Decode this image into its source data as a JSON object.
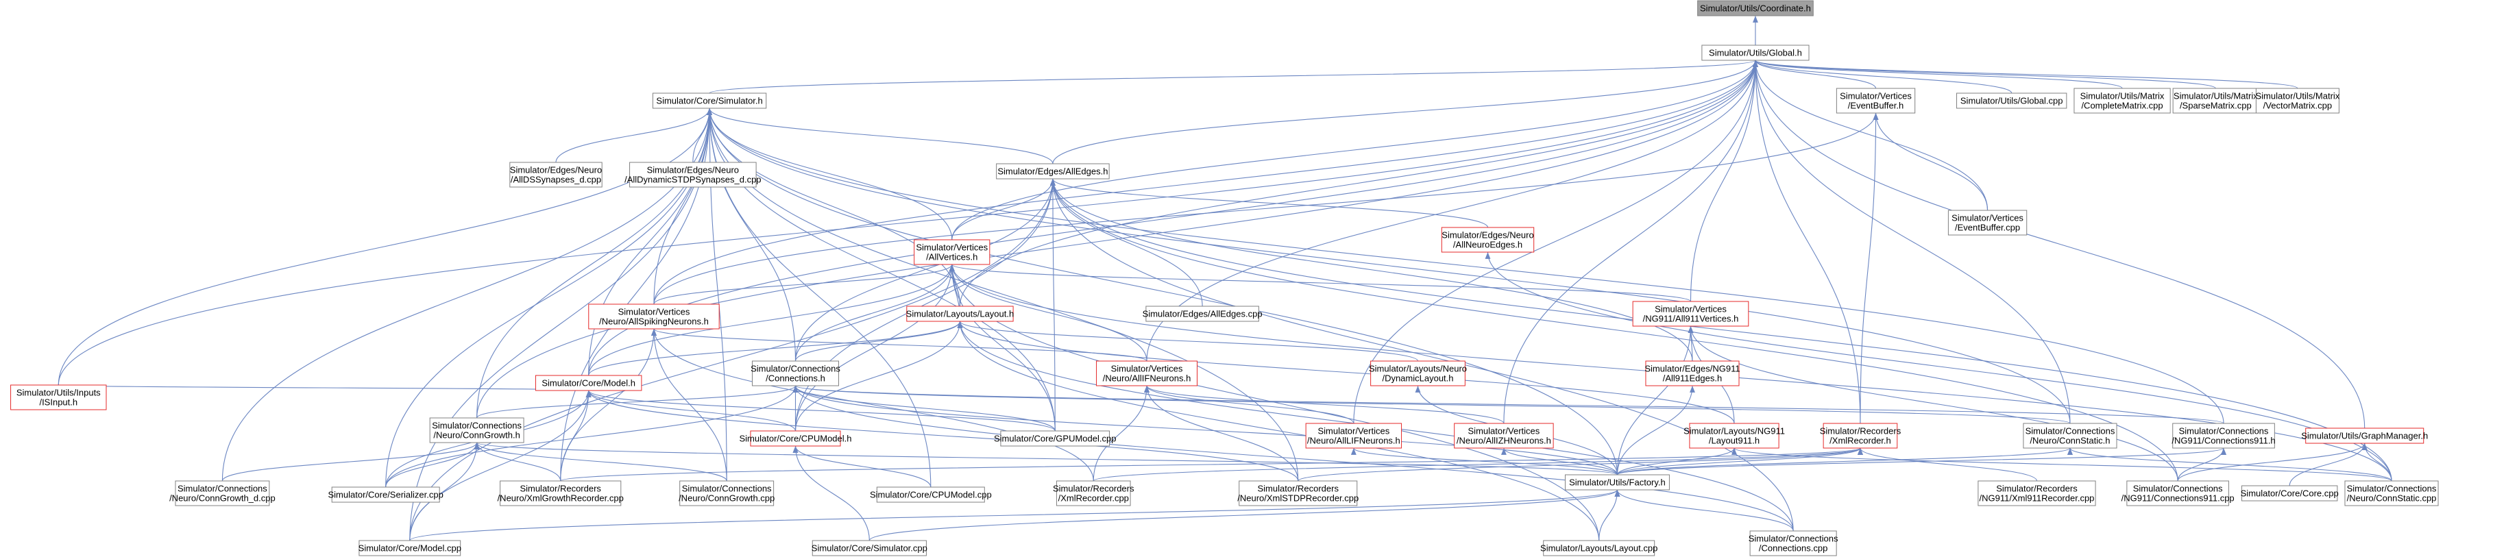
{
  "colors": {
    "edge": "#6b86c2",
    "node_border": "#808080",
    "node_border_red": "#e52929",
    "node_fill": "#ffffff",
    "root_fill": "#a0a0a0"
  },
  "nodes": [
    {
      "id": "coord",
      "lines": [
        "Simulator/Utils/Coordinate.h"
      ]
    },
    {
      "id": "global_h",
      "lines": [
        "Simulator/Utils/Global.h"
      ]
    },
    {
      "id": "simulator_h",
      "lines": [
        "Simulator/Core/Simulator.h"
      ]
    },
    {
      "id": "eventbuffer_h",
      "lines": [
        "Simulator/Vertices",
        "/EventBuffer.h"
      ]
    },
    {
      "id": "global_cpp",
      "lines": [
        "Simulator/Utils/Global.cpp"
      ]
    },
    {
      "id": "completematrix",
      "lines": [
        "Simulator/Utils/Matrix",
        "/CompleteMatrix.cpp"
      ]
    },
    {
      "id": "sparsematrix",
      "lines": [
        "Simulator/Utils/Matrix",
        "/SparseMatrix.cpp"
      ]
    },
    {
      "id": "vectormatrix",
      "lines": [
        "Simulator/Utils/Matrix",
        "/VectorMatrix.cpp"
      ]
    },
    {
      "id": "alldss",
      "lines": [
        "Simulator/Edges/Neuro",
        "/AllDSSynapses_d.cpp"
      ]
    },
    {
      "id": "alldynstdp",
      "lines": [
        "Simulator/Edges/Neuro",
        "/AllDynamicSTDPSynapses_d.cpp"
      ]
    },
    {
      "id": "alledges_h",
      "lines": [
        "Simulator/Edges/AllEdges.h"
      ]
    },
    {
      "id": "eventbuffer_cpp",
      "lines": [
        "Simulator/Vertices",
        "/EventBuffer.cpp"
      ]
    },
    {
      "id": "allvertices_h",
      "lines": [
        "Simulator/Vertices",
        "/AllVertices.h"
      ]
    },
    {
      "id": "allneuroedges",
      "lines": [
        "Simulator/Edges/Neuro",
        "/AllNeuroEdges.h"
      ]
    },
    {
      "id": "allspiking",
      "lines": [
        "Simulator/Vertices",
        "/Neuro/AllSpikingNeurons.h"
      ]
    },
    {
      "id": "layout_h",
      "lines": [
        "Simulator/Layouts/Layout.h"
      ]
    },
    {
      "id": "alledges_cpp",
      "lines": [
        "Simulator/Edges/AllEdges.cpp"
      ]
    },
    {
      "id": "all911vertices",
      "lines": [
        "Simulator/Vertices",
        "/NG911/All911Vertices.h"
      ]
    },
    {
      "id": "model_h",
      "lines": [
        "Simulator/Core/Model.h"
      ]
    },
    {
      "id": "connections_h",
      "lines": [
        "Simulator/Connections",
        "/Connections.h"
      ]
    },
    {
      "id": "allifneurons",
      "lines": [
        "Simulator/Vertices",
        "/Neuro/AllIFNeurons.h"
      ]
    },
    {
      "id": "dynamiclayout",
      "lines": [
        "Simulator/Layouts/Neuro",
        "/DynamicLayout.h"
      ]
    },
    {
      "id": "all911edges",
      "lines": [
        "Simulator/Edges/NG911",
        "/All911Edges.h"
      ]
    },
    {
      "id": "isinput",
      "lines": [
        "Simulator/Utils/Inputs",
        "/ISInput.h"
      ]
    },
    {
      "id": "conngrowth_h",
      "lines": [
        "Simulator/Connections",
        "/Neuro/ConnGrowth.h"
      ]
    },
    {
      "id": "cpumodel_h",
      "lines": [
        "Simulator/Core/CPUModel.h"
      ]
    },
    {
      "id": "gpumodel_cpp",
      "lines": [
        "Simulator/Core/GPUModel.cpp"
      ]
    },
    {
      "id": "alllifneurons",
      "lines": [
        "Simulator/Vertices",
        "/Neuro/AllLIFNeurons.h"
      ]
    },
    {
      "id": "allizhneurons",
      "lines": [
        "Simulator/Vertices",
        "/Neuro/AllIZHNeurons.h"
      ]
    },
    {
      "id": "layout911",
      "lines": [
        "Simulator/Layouts/NG911",
        "/Layout911.h"
      ]
    },
    {
      "id": "xmlrecorder_h",
      "lines": [
        "Simulator/Recorders",
        "/XmlRecorder.h"
      ]
    },
    {
      "id": "connstatic_h",
      "lines": [
        "Simulator/Connections",
        "/Neuro/ConnStatic.h"
      ]
    },
    {
      "id": "conn911_h",
      "lines": [
        "Simulator/Connections",
        "/NG911/Connections911.h"
      ]
    },
    {
      "id": "graphmanager",
      "lines": [
        "Simulator/Utils/GraphManager.h"
      ]
    },
    {
      "id": "conngrowth_d",
      "lines": [
        "Simulator/Connections",
        "/Neuro/ConnGrowth_d.cpp"
      ]
    },
    {
      "id": "serializer",
      "lines": [
        "Simulator/Core/Serializer.cpp"
      ]
    },
    {
      "id": "xmlgrowthrec",
      "lines": [
        "Simulator/Recorders",
        "/Neuro/XmlGrowthRecorder.cpp"
      ]
    },
    {
      "id": "conngrowth_cpp",
      "lines": [
        "Simulator/Connections",
        "/Neuro/ConnGrowth.cpp"
      ]
    },
    {
      "id": "cpumodel_cpp",
      "lines": [
        "Simulator/Core/CPUModel.cpp"
      ]
    },
    {
      "id": "xmlrecorder_cpp",
      "lines": [
        "Simulator/Recorders",
        "/XmlRecorder.cpp"
      ]
    },
    {
      "id": "xmlstdprec",
      "lines": [
        "Simulator/Recorders",
        "/Neuro/XmlSTDPRecorder.cpp"
      ]
    },
    {
      "id": "factory",
      "lines": [
        "Simulator/Utils/Factory.h"
      ]
    },
    {
      "id": "xml911rec",
      "lines": [
        "Simulator/Recorders",
        "/NG911/Xml911Recorder.cpp"
      ]
    },
    {
      "id": "conn911_cpp",
      "lines": [
        "Simulator/Connections",
        "/NG911/Connections911.cpp"
      ]
    },
    {
      "id": "core_cpp",
      "lines": [
        "Simulator/Core/Core.cpp"
      ]
    },
    {
      "id": "connstatic_cpp",
      "lines": [
        "Simulator/Connections",
        "/Neuro/ConnStatic.cpp"
      ]
    },
    {
      "id": "model_cpp",
      "lines": [
        "Simulator/Core/Model.cpp"
      ]
    },
    {
      "id": "simulator_cpp",
      "lines": [
        "Simulator/Core/Simulator.cpp"
      ]
    },
    {
      "id": "layout_cpp",
      "lines": [
        "Simulator/Layouts/Layout.cpp"
      ]
    },
    {
      "id": "connections_cpp",
      "lines": [
        "Simulator/Connections",
        "/Connections.cpp"
      ]
    }
  ],
  "edges": [
    [
      "coord",
      "global_h"
    ],
    [
      "global_h",
      "simulator_h"
    ],
    [
      "global_h",
      "eventbuffer_h"
    ],
    [
      "global_h",
      "global_cpp"
    ],
    [
      "global_h",
      "completematrix"
    ],
    [
      "global_h",
      "sparsematrix"
    ],
    [
      "global_h",
      "vectormatrix"
    ],
    [
      "global_h",
      "alledges_h"
    ],
    [
      "global_h",
      "eventbuffer_cpp"
    ],
    [
      "global_h",
      "allspiking"
    ],
    [
      "global_h",
      "layout_h"
    ],
    [
      "global_h",
      "all911vertices"
    ],
    [
      "global_h",
      "isinput"
    ],
    [
      "global_h",
      "conngrowth_h"
    ],
    [
      "global_h",
      "alllifneurons"
    ],
    [
      "global_h",
      "allizhneurons"
    ],
    [
      "global_h",
      "xmlrecorder_h"
    ],
    [
      "global_h",
      "connstatic_h"
    ],
    [
      "global_h",
      "graphmanager"
    ],
    [
      "global_h",
      "allvertices_h"
    ],
    [
      "global_h",
      "model_h"
    ],
    [
      "global_h",
      "allifneurons"
    ],
    [
      "simulator_h",
      "alldss"
    ],
    [
      "simulator_h",
      "alldynstdp"
    ],
    [
      "simulator_h",
      "alledges_h"
    ],
    [
      "simulator_h",
      "allvertices_h"
    ],
    [
      "simulator_h",
      "model_h"
    ],
    [
      "simulator_h",
      "isinput"
    ],
    [
      "simulator_h",
      "conngrowth_h"
    ],
    [
      "simulator_h",
      "conngrowth_d"
    ],
    [
      "simulator_h",
      "serializer"
    ],
    [
      "simulator_h",
      "xmlgrowthrec"
    ],
    [
      "simulator_h",
      "conngrowth_cpp"
    ],
    [
      "simulator_h",
      "gpumodel_cpp"
    ],
    [
      "simulator_h",
      "cpumodel_cpp"
    ],
    [
      "simulator_h",
      "xmlstdprec"
    ],
    [
      "simulator_h",
      "factory"
    ],
    [
      "simulator_h",
      "connstatic_h"
    ],
    [
      "simulator_h",
      "conn911_h"
    ],
    [
      "simulator_h",
      "model_cpp"
    ],
    [
      "simulator_h",
      "layout_h"
    ],
    [
      "simulator_h",
      "connections_h"
    ],
    [
      "simulator_h",
      "allspiking"
    ],
    [
      "eventbuffer_h",
      "eventbuffer_cpp"
    ],
    [
      "eventbuffer_h",
      "allspiking"
    ],
    [
      "eventbuffer_h",
      "xmlrecorder_h"
    ],
    [
      "alledges_h",
      "allneuroedges"
    ],
    [
      "alledges_h",
      "allvertices_h"
    ],
    [
      "alledges_h",
      "alledges_cpp"
    ],
    [
      "alledges_h",
      "all911edges"
    ],
    [
      "alledges_h",
      "connections_h"
    ],
    [
      "alledges_h",
      "cpumodel_h"
    ],
    [
      "alledges_h",
      "gpumodel_cpp"
    ],
    [
      "alledges_h",
      "connstatic_cpp"
    ],
    [
      "alledges_h",
      "connections_cpp"
    ],
    [
      "alledges_h",
      "model_cpp"
    ],
    [
      "alledges_h",
      "conn911_cpp"
    ],
    [
      "allvertices_h",
      "allspiking"
    ],
    [
      "allvertices_h",
      "layout_h"
    ],
    [
      "allvertices_h",
      "all911vertices"
    ],
    [
      "allvertices_h",
      "model_h"
    ],
    [
      "allvertices_h",
      "connections_h"
    ],
    [
      "allvertices_h",
      "cpumodel_h"
    ],
    [
      "allvertices_h",
      "gpumodel_cpp"
    ],
    [
      "allvertices_h",
      "connstatic_cpp"
    ],
    [
      "allvertices_h",
      "layout_cpp"
    ],
    [
      "allvertices_h",
      "allifneurons"
    ],
    [
      "allneuroedges",
      "connstatic_cpp"
    ],
    [
      "allspiking",
      "allifneurons"
    ],
    [
      "allspiking",
      "xmlrecorder_cpp"
    ],
    [
      "allspiking",
      "conngrowth_cpp"
    ],
    [
      "allspiking",
      "xmlgrowthrec"
    ],
    [
      "layout_h",
      "allvertices_h"
    ],
    [
      "layout_h",
      "dynamiclayout"
    ],
    [
      "layout_h",
      "layout911"
    ],
    [
      "layout_h",
      "model_h"
    ],
    [
      "layout_h",
      "connections_h"
    ],
    [
      "layout_h",
      "cpumodel_h"
    ],
    [
      "layout_h",
      "layout_cpp"
    ],
    [
      "layout_h",
      "connections_cpp"
    ],
    [
      "all911vertices",
      "all911edges"
    ],
    [
      "all911vertices",
      "factory"
    ],
    [
      "all911vertices",
      "conn911_cpp"
    ],
    [
      "all911vertices",
      "layout911"
    ],
    [
      "all911edges",
      "factory"
    ],
    [
      "model_h",
      "isinput"
    ],
    [
      "model_h",
      "cpumodel_h"
    ],
    [
      "model_h",
      "gpumodel_cpp"
    ],
    [
      "model_h",
      "serializer"
    ],
    [
      "model_h",
      "model_cpp"
    ],
    [
      "model_h",
      "xmlgrowthrec"
    ],
    [
      "model_h",
      "xmlstdprec"
    ],
    [
      "connections_h",
      "conngrowth_h"
    ],
    [
      "connections_h",
      "cpumodel_h"
    ],
    [
      "connections_h",
      "gpumodel_cpp"
    ],
    [
      "connections_h",
      "connstatic_h"
    ],
    [
      "connections_h",
      "conn911_h"
    ],
    [
      "connections_h",
      "serializer"
    ],
    [
      "connections_h",
      "connections_cpp"
    ],
    [
      "connections_h",
      "factory"
    ],
    [
      "allifneurons",
      "alllifneurons"
    ],
    [
      "allifneurons",
      "allizhneurons"
    ],
    [
      "allifneurons",
      "xmlrecorder_cpp"
    ],
    [
      "allifneurons",
      "xmlstdprec"
    ],
    [
      "dynamiclayout",
      "factory"
    ],
    [
      "conngrowth_h",
      "conngrowth_d"
    ],
    [
      "conngrowth_h",
      "serializer"
    ],
    [
      "conngrowth_h",
      "xmlgrowthrec"
    ],
    [
      "conngrowth_h",
      "conngrowth_cpp"
    ],
    [
      "conngrowth_h",
      "model_cpp"
    ],
    [
      "conngrowth_h",
      "factory"
    ],
    [
      "cpumodel_h",
      "cpumodel_cpp"
    ],
    [
      "cpumodel_h",
      "simulator_cpp"
    ],
    [
      "alllifneurons",
      "factory"
    ],
    [
      "allizhneurons",
      "factory"
    ],
    [
      "layout911",
      "factory"
    ],
    [
      "layout911",
      "connstatic_cpp"
    ],
    [
      "xmlrecorder_h",
      "xmlrecorder_cpp"
    ],
    [
      "xmlrecorder_h",
      "xmlstdprec"
    ],
    [
      "xmlrecorder_h",
      "xmlgrowthrec"
    ],
    [
      "xmlrecorder_h",
      "factory"
    ],
    [
      "xmlrecorder_h",
      "xml911rec"
    ],
    [
      "connstatic_h",
      "connstatic_cpp"
    ],
    [
      "connstatic_h",
      "factory"
    ],
    [
      "conn911_h",
      "conn911_cpp"
    ],
    [
      "conn911_h",
      "factory"
    ],
    [
      "graphmanager",
      "core_cpp"
    ],
    [
      "graphmanager",
      "conn911_cpp"
    ],
    [
      "graphmanager",
      "connstatic_cpp"
    ],
    [
      "factory",
      "model_cpp"
    ],
    [
      "factory",
      "simulator_cpp"
    ],
    [
      "factory",
      "layout_cpp"
    ],
    [
      "factory",
      "connections_cpp"
    ]
  ]
}
